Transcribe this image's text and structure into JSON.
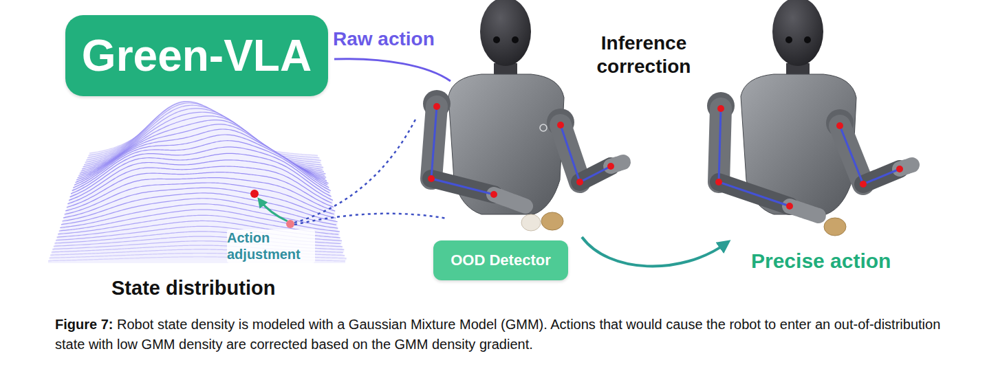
{
  "diagram": {
    "caption": "Figure 7: Robot state density is modeled with a Gaussian Mixture Model (GMM). Actions that would cause the robot to enter an out-of-distribution state with low GMM density are corrected based on the GMM density gradient.",
    "nodes": [
      {
        "text": [
          "Green-VLA"
        ]
      },
      {
        "text": [
          "OOD Detector"
        ]
      }
    ],
    "labels": [
      "Raw action",
      "Inference correction",
      "Action adjustment",
      "State distribution",
      "Precise action"
    ]
  }
}
